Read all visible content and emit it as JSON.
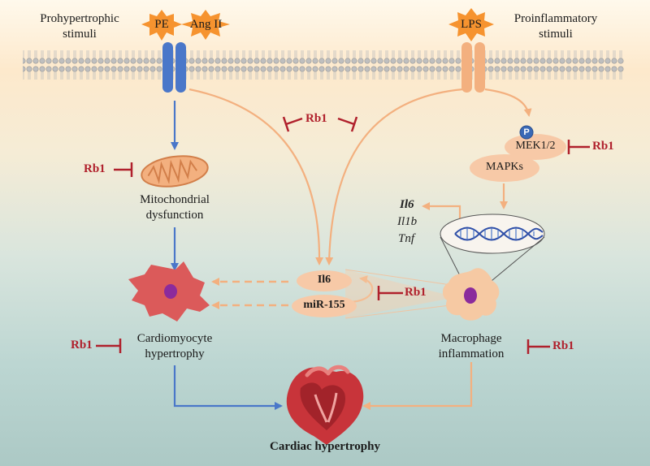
{
  "stimuli": {
    "prohypertrophic": [
      "Prohypertrophic",
      "stimuli"
    ],
    "proinflammatory": [
      "Proinflammatory",
      "stimuli"
    ],
    "pe": "PE",
    "ang_ii": "Ang II",
    "lps": "LPS"
  },
  "inhibitor": "Rb1",
  "signaling": {
    "phospho": "P",
    "mek": "MEK1/2",
    "mapks": "MAPKs"
  },
  "genes": {
    "il6": "Il6",
    "il1b": "Il1b",
    "tnf": "Tnf"
  },
  "mediators": {
    "il6": "Il6",
    "mir155": "miR-155"
  },
  "outcomes": {
    "mito": [
      "Mitochondrial",
      "dysfunction"
    ],
    "cardiomyocyte": [
      "Cardiomyocyte",
      "hypertrophy"
    ],
    "macrophage": [
      "Macrophage",
      "inflammation"
    ],
    "cardiac": "Cardiac hypertrophy"
  },
  "colors": {
    "inhibit": "#b0202c",
    "blue_arrow": "#4a77c9",
    "orange_arrow": "#f3b07f",
    "starburst": "#f6932f",
    "cell_red": "#db5a5a",
    "macrophage": "#f6c9a3",
    "nucleus": "#8b2b9c"
  }
}
